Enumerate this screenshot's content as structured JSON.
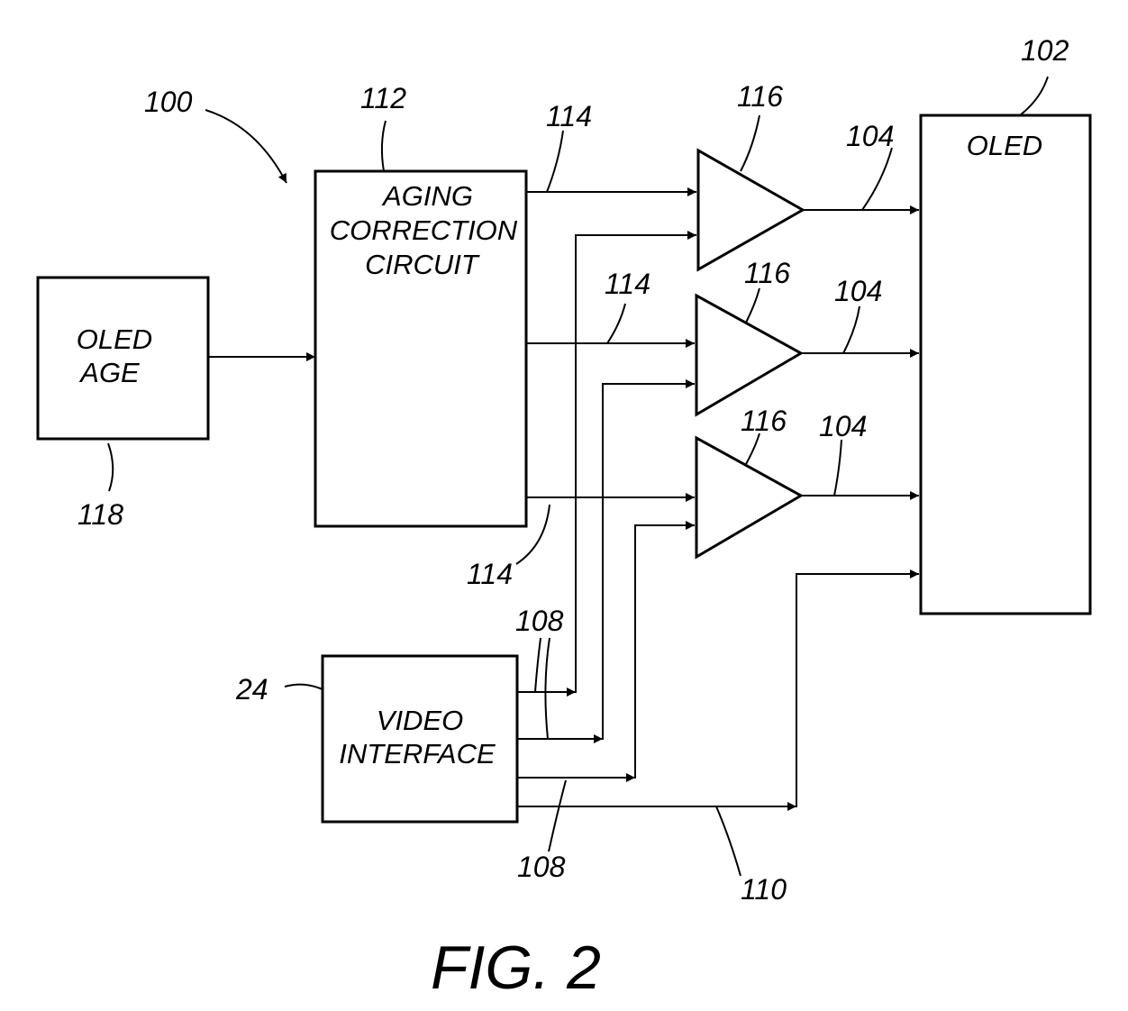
{
  "blocks": {
    "oled_age": [
      "OLED",
      "AGE"
    ],
    "aging_correction": [
      "AGING",
      "CORRECTION",
      "CIRCUIT"
    ],
    "video_interface": [
      "VIDEO",
      "INTERFACE"
    ],
    "oled_display": [
      "OLED"
    ]
  },
  "refs": {
    "system": "100",
    "oled_display": "102",
    "aging_correction": "112",
    "oled_age": "118",
    "video_interface": "24",
    "correction_out": "114",
    "amplifier": "116",
    "drive_signal": "104",
    "video_signal": "108",
    "sync_signal": "110"
  },
  "figure_label": "FIG. 2"
}
